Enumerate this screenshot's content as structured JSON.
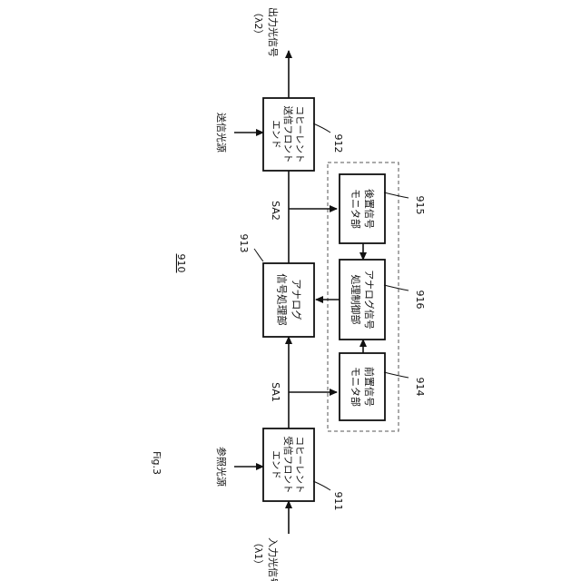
{
  "figure": {
    "label": "Fig.3",
    "number": "910"
  },
  "blocks": {
    "rx_frontend": {
      "lines": [
        "コヒーレント",
        "受信フロント",
        "エンド"
      ],
      "ref": "911"
    },
    "tx_frontend": {
      "lines": [
        "コヒーレント",
        "送信フロント",
        "エンド"
      ],
      "ref": "912"
    },
    "analog_proc": {
      "lines": [
        "アナログ",
        "信号処理部"
      ],
      "ref": "913"
    },
    "pre_monitor": {
      "lines": [
        "前置信号",
        "モニタ部"
      ],
      "ref": "914"
    },
    "post_monitor": {
      "lines": [
        "後置信号",
        "モニタ部"
      ],
      "ref": "915"
    },
    "analog_ctrl": {
      "lines": [
        "アナログ信号",
        "処理制御部"
      ],
      "ref": "916"
    }
  },
  "signals": {
    "input": {
      "line1": "入力光信号",
      "line2": "（λ1）"
    },
    "output": {
      "line1": "出力光信号",
      "line2": "（λ2）"
    },
    "reference": "参照光源",
    "transmit": "送信光源",
    "sa1": "SA1",
    "sa2": "SA2"
  }
}
